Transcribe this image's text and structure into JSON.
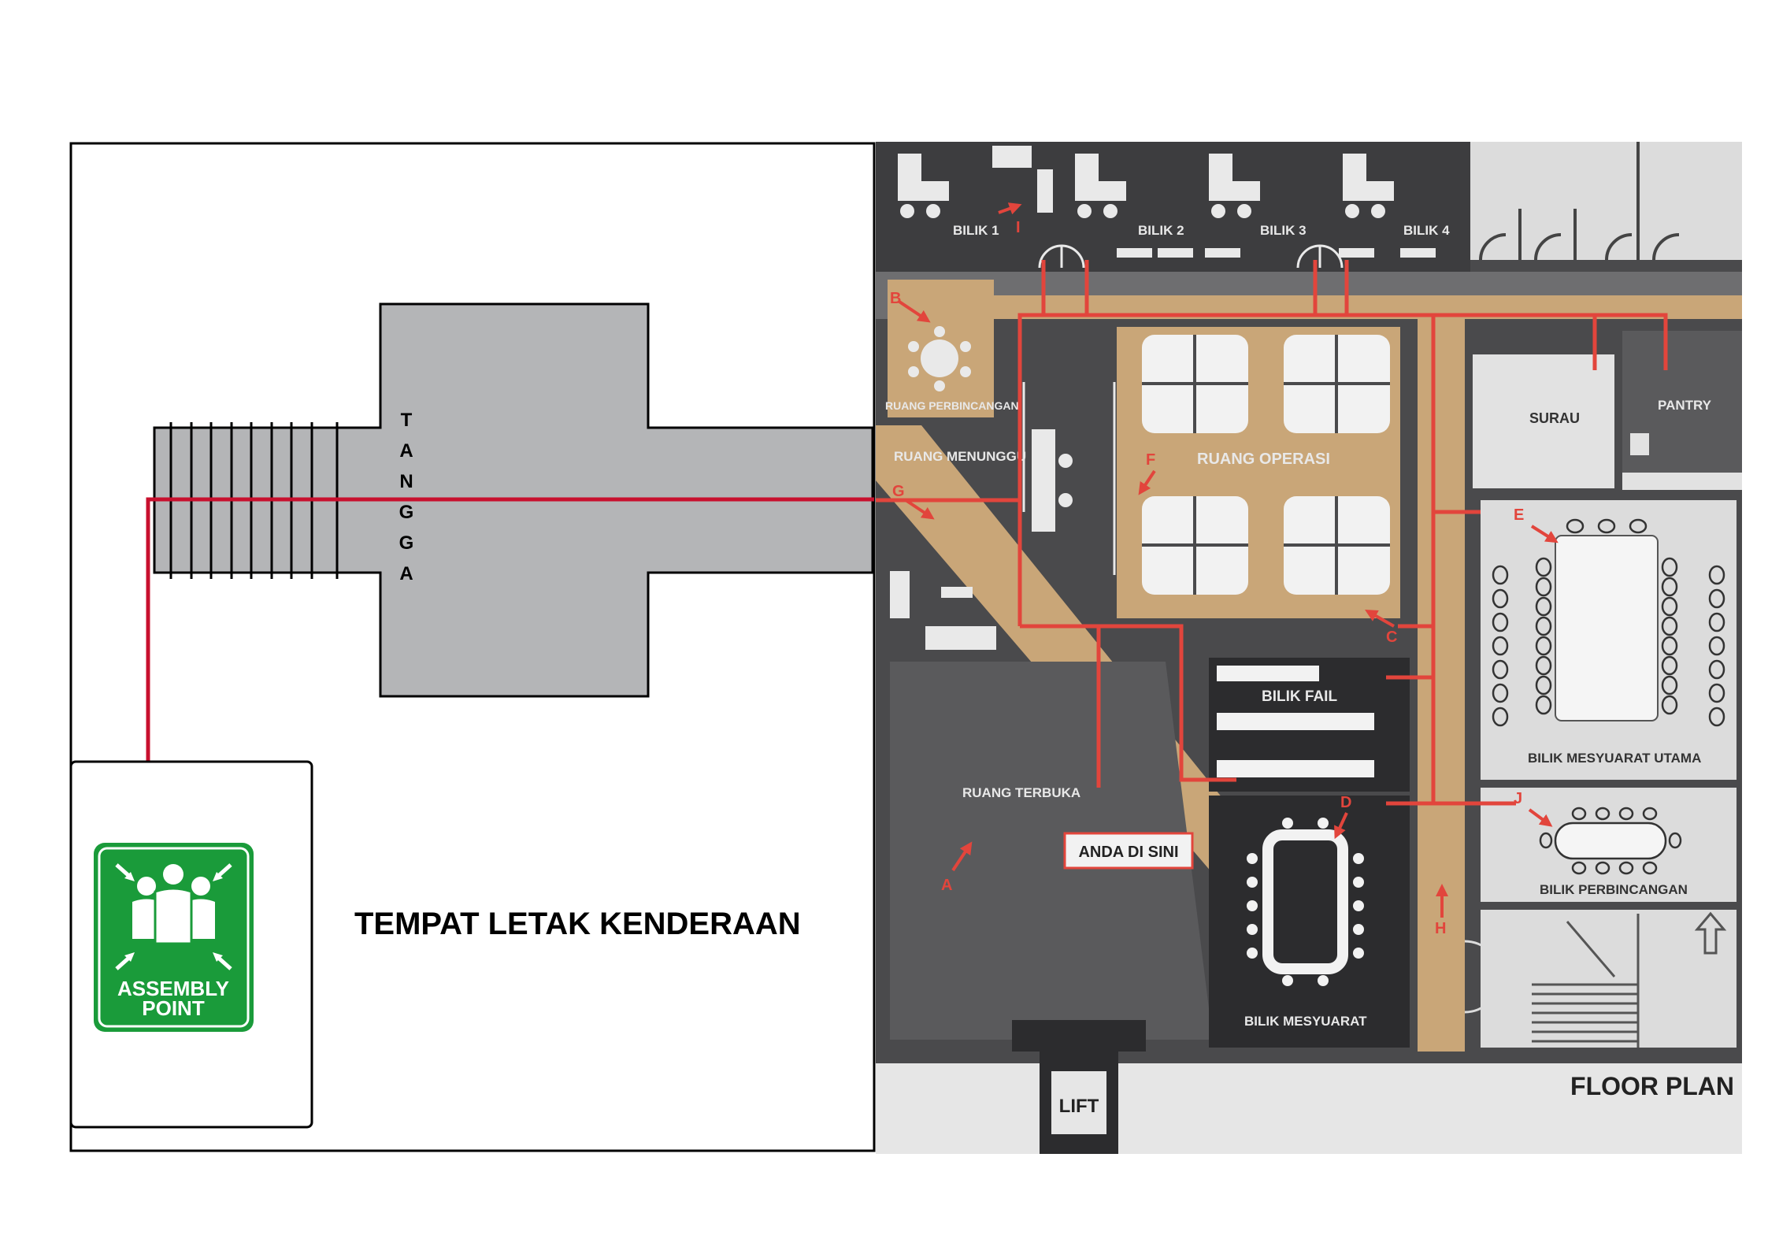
{
  "site_plan": {
    "stair_label": "TANGGA",
    "stair_letters": [
      "T",
      "A",
      "N",
      "G",
      "G",
      "A"
    ],
    "parking_label": "TEMPAT LETAK KENDERAAN",
    "assembly_sign": {
      "line1": "ASSEMBLY",
      "line2": "POINT",
      "icon": "assembly-point-icon"
    }
  },
  "floor_plan": {
    "title": "FLOOR PLAN",
    "you_are_here": "ANDA DI SINI",
    "rooms": {
      "bilik1": "BILIK 1",
      "bilik2": "BILIK 2",
      "bilik3": "BILIK 3",
      "bilik4": "BILIK 4",
      "ruang_perbincangan": "RUANG PERBINCANGAN",
      "ruang_menunggu": "RUANG MENUNGGU",
      "ruang_operasi": "RUANG OPERASI",
      "surau": "SURAU",
      "pantry": "PANTRY",
      "bilik_fail": "BILIK FAIL",
      "ruang_terbuka": "RUANG TERBUKA",
      "bilik_mesyuarat_utama": "BILIK MESYUARAT UTAMA",
      "bilik_perbincangan": "BILIK PERBINCANGAN",
      "bilik_mesyuarat": "BILIK MESYUARAT",
      "lift": "LIFT"
    },
    "route_letters": {
      "a": "A",
      "b": "B",
      "c": "C",
      "d": "D",
      "e": "E",
      "f": "F",
      "g": "G",
      "h": "H",
      "i": "I",
      "j": "J"
    }
  },
  "colors": {
    "route_red": "#c8102e",
    "assembly_green": "#1a9b3a",
    "building_grey": "#b4b5b7",
    "floor_dark": "#4a4a4c",
    "corridor_tan": "#c9a678"
  }
}
